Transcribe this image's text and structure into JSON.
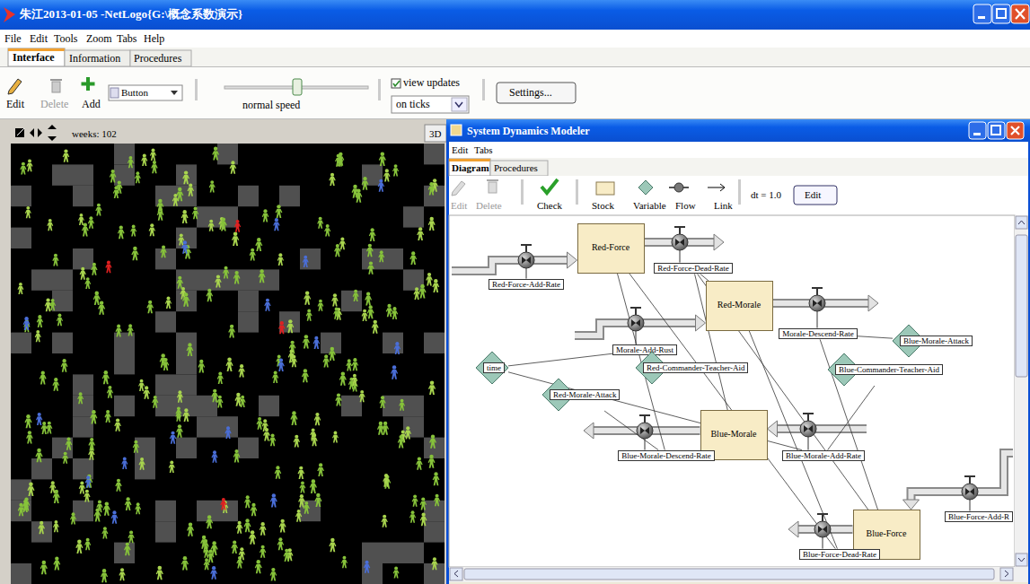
{
  "diagram": {
    "nodes": [
      {
        "text": [
          "Red-Force"
        ]
      },
      {
        "text": [
          "Red-Force-Add-Rate"
        ]
      },
      {
        "text": [
          "Red-Force-Dead-Rate"
        ]
      },
      {
        "text": [
          "Red-Morale"
        ]
      },
      {
        "text": [
          "Morale-Add-Rust"
        ]
      },
      {
        "text": [
          "Morale-Descend-Rate"
        ]
      },
      {
        "text": [
          "Blue-Morale-Attack"
        ]
      },
      {
        "text": [
          "time"
        ]
      },
      {
        "text": [
          "Red-Commander-Teacher-Aid"
        ]
      },
      {
        "text": [
          "Blue-Commander-Teacher-Aid"
        ]
      },
      {
        "text": [
          "Red-Morale-Attack"
        ]
      },
      {
        "text": [
          "Blue-Morale"
        ]
      },
      {
        "text": [
          "Blue-Morale-Descend-Rate"
        ]
      },
      {
        "text": [
          "Blue-Morale-Add-Rate"
        ]
      },
      {
        "text": [
          "Blue-Force-Add-R"
        ]
      },
      {
        "text": [
          "Blue-Force"
        ]
      },
      {
        "text": [
          "Blue-Force-Dead-Rate"
        ]
      }
    ],
    "edges": [
      {
        "from": 1,
        "to": 0,
        "arrow": "to"
      },
      {
        "from": 0,
        "to": 2,
        "arrow": "none"
      },
      {
        "from": 4,
        "to": 3,
        "arrow": "to"
      },
      {
        "from": 3,
        "to": 5,
        "arrow": "none"
      },
      {
        "from": 13,
        "to": 11,
        "arrow": "to"
      },
      {
        "from": 11,
        "to": 12,
        "arrow": "none"
      },
      {
        "from": 14,
        "to": 15,
        "arrow": "to"
      },
      {
        "from": 15,
        "to": 16,
        "arrow": "none"
      },
      {
        "from": 0,
        "to": 16,
        "arrow": "none"
      },
      {
        "from": 0,
        "to": 12,
        "arrow": "none"
      },
      {
        "from": 3,
        "to": 2,
        "arrow": "none"
      },
      {
        "from": 6,
        "to": 5,
        "arrow": "none"
      },
      {
        "from": 7,
        "to": 4,
        "arrow": "none"
      },
      {
        "from": 7,
        "to": 13,
        "arrow": "none"
      },
      {
        "from": 8,
        "to": 4,
        "arrow": "none"
      },
      {
        "from": 9,
        "to": 13,
        "arrow": "none"
      },
      {
        "from": 10,
        "to": 12,
        "arrow": "none"
      },
      {
        "from": 11,
        "to": 2,
        "arrow": "none"
      },
      {
        "from": 15,
        "to": 2,
        "arrow": "none"
      },
      {
        "from": 15,
        "to": 5,
        "arrow": "none"
      },
      {
        "from": 3,
        "to": 16,
        "arrow": "none"
      }
    ],
    "labels": [
      "朱江2013-01-05 -NetLogo{G:\\概念系数演示}",
      "File",
      "Edit",
      "Tools",
      "Zoom",
      "Tabs",
      "Help",
      "Interface",
      "Information",
      "Procedures",
      "Edit",
      "Delete",
      "Add",
      "Button",
      "normal speed",
      "view updates",
      "on ticks",
      "Settings...",
      "weeks: 102",
      "3D",
      "System Dynamics Modeler",
      "Edit",
      "Tabs",
      "Diagram",
      "Procedures",
      "Edit",
      "Delete",
      "Check",
      "Stock",
      "Variable",
      "Flow",
      "Link",
      "dt = 1.0",
      "Edit"
    ]
  }
}
